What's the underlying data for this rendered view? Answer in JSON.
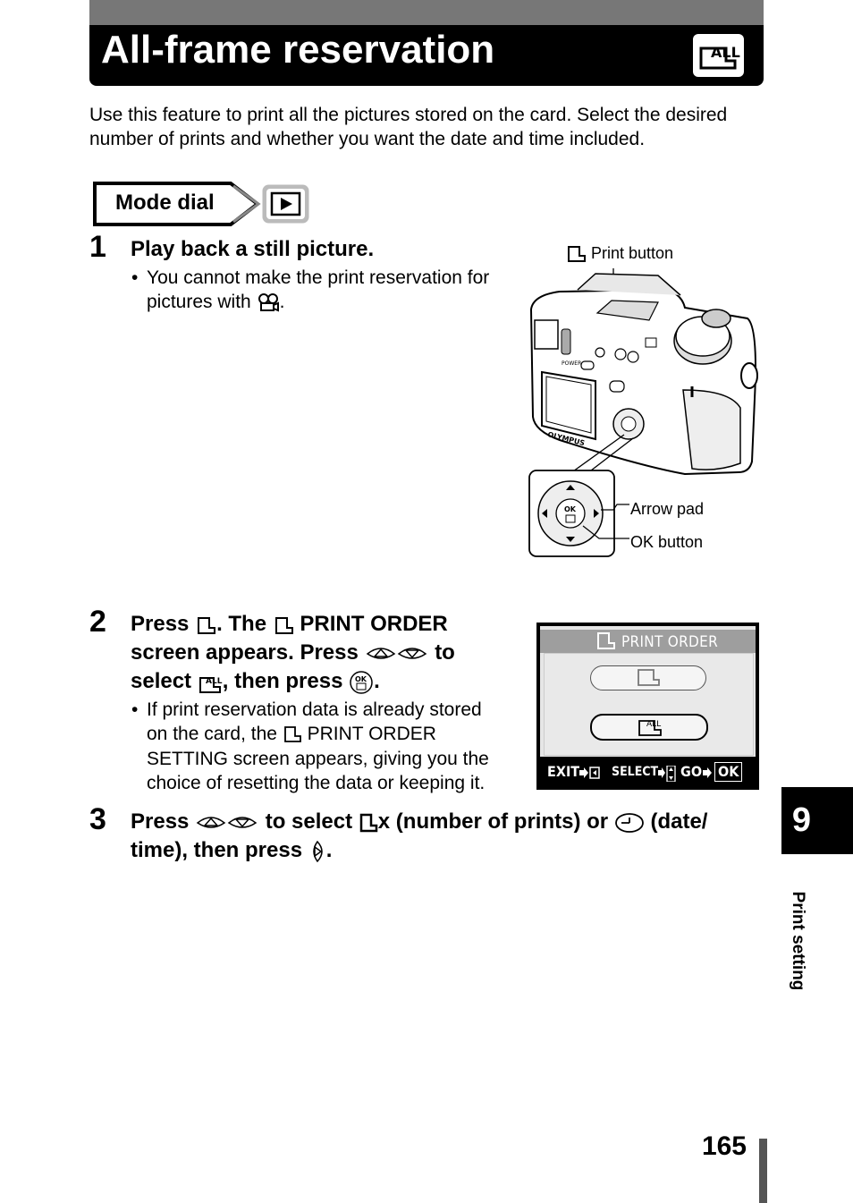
{
  "header": {
    "title": "All-frame reservation",
    "icon": "print-all-icon"
  },
  "intro": "Use this feature to print all the pictures stored on the card. Select the desired number of prints and whether you want the date and time included.",
  "mode_dial": {
    "label": "Mode dial",
    "icon": "playback-icon"
  },
  "steps": [
    {
      "number": "1",
      "heading": "Play back a still picture.",
      "bullet": {
        "line1": "You cannot make the print reservation for",
        "line2": "pictures with",
        "line2_end": ".",
        "icon": "movie-icon"
      }
    },
    {
      "number": "2",
      "heading": {
        "p1": "Press",
        "p2": ". The",
        "p3": "PRINT ORDER",
        "p4": "screen appears. Press",
        "p5": "to",
        "p6": "select",
        "p7": ", then press",
        "p8": "."
      },
      "bullet": {
        "line1": "If print reservation data is already stored",
        "line2a": "on the card, the",
        "line2b": "PRINT ORDER",
        "line3": "SETTING screen appears, giving you the",
        "line4": "choice of resetting the data or keeping it."
      }
    },
    {
      "number": "3",
      "heading": {
        "p1": "Press",
        "p2": "to select",
        "p3": "x (number of prints) or",
        "p4": "(date/",
        "p5": "time), then press",
        "p6": "."
      }
    }
  ],
  "camera_labels": {
    "print_button": "Print button",
    "arrow_pad": "Arrow pad",
    "ok_button": "OK button",
    "brand": "OLYMPUS",
    "power": "POWER",
    "ok": "OK"
  },
  "lcd": {
    "title": "PRINT ORDER",
    "exit": "EXIT",
    "select": "SELECT",
    "go": "GO",
    "ok": "OK",
    "all": "ALL"
  },
  "tab": {
    "number": "9",
    "section": "Print setting"
  },
  "page_number": "165",
  "colors": {
    "header_bg": "#000000",
    "header_top": "#777777",
    "tab_bg": "#000000",
    "lcd_bar": "#9e9e9e"
  }
}
